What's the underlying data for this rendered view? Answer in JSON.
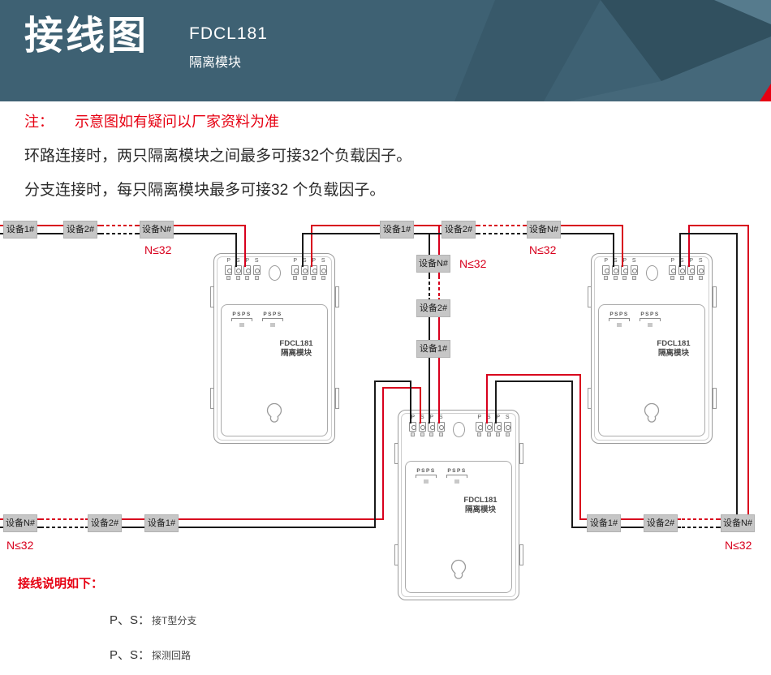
{
  "header": {
    "title": "接线图",
    "model": "FDCL181",
    "subtitle": "隔离模块",
    "bg_color": "#3e6173",
    "accent_red": "#e60012"
  },
  "notes": {
    "prefix": "注：",
    "line1": "示意图如有疑问以厂家资料为准",
    "line2": "环路连接时，两只隔离模块之间最多可接32个负载因子。",
    "line3": "分支连接时，每只隔离模块最多可接32 个负载因子。"
  },
  "diagram": {
    "limit_label": "N≤32",
    "wire_colors": {
      "loop_red": "#d8001d",
      "loop_black": "#1a1a1a"
    },
    "device_groups": {
      "top_left": [
        "设备1#",
        "设备2#",
        "设备N#"
      ],
      "top_middle": [
        "设备1#",
        "设备2#",
        "设备N#"
      ],
      "middle_chain": [
        "设备N#",
        "设备2#",
        "设备1#"
      ],
      "bottom_left": [
        "设备N#",
        "设备2#",
        "设备1#"
      ],
      "bottom_right": [
        "设备1#",
        "设备2#",
        "设备N#"
      ]
    },
    "module": {
      "terminal_letters": [
        "P",
        "S",
        "P",
        "S"
      ],
      "ps_label": "PSPS",
      "name_line1": "FDCL181",
      "name_line2": "隔离模块"
    }
  },
  "legend": {
    "title": "接线说明如下：",
    "items": [
      {
        "term": "P、S：",
        "desc": "接T型分支"
      },
      {
        "term": "P、S：",
        "desc": "探测回路"
      }
    ]
  }
}
